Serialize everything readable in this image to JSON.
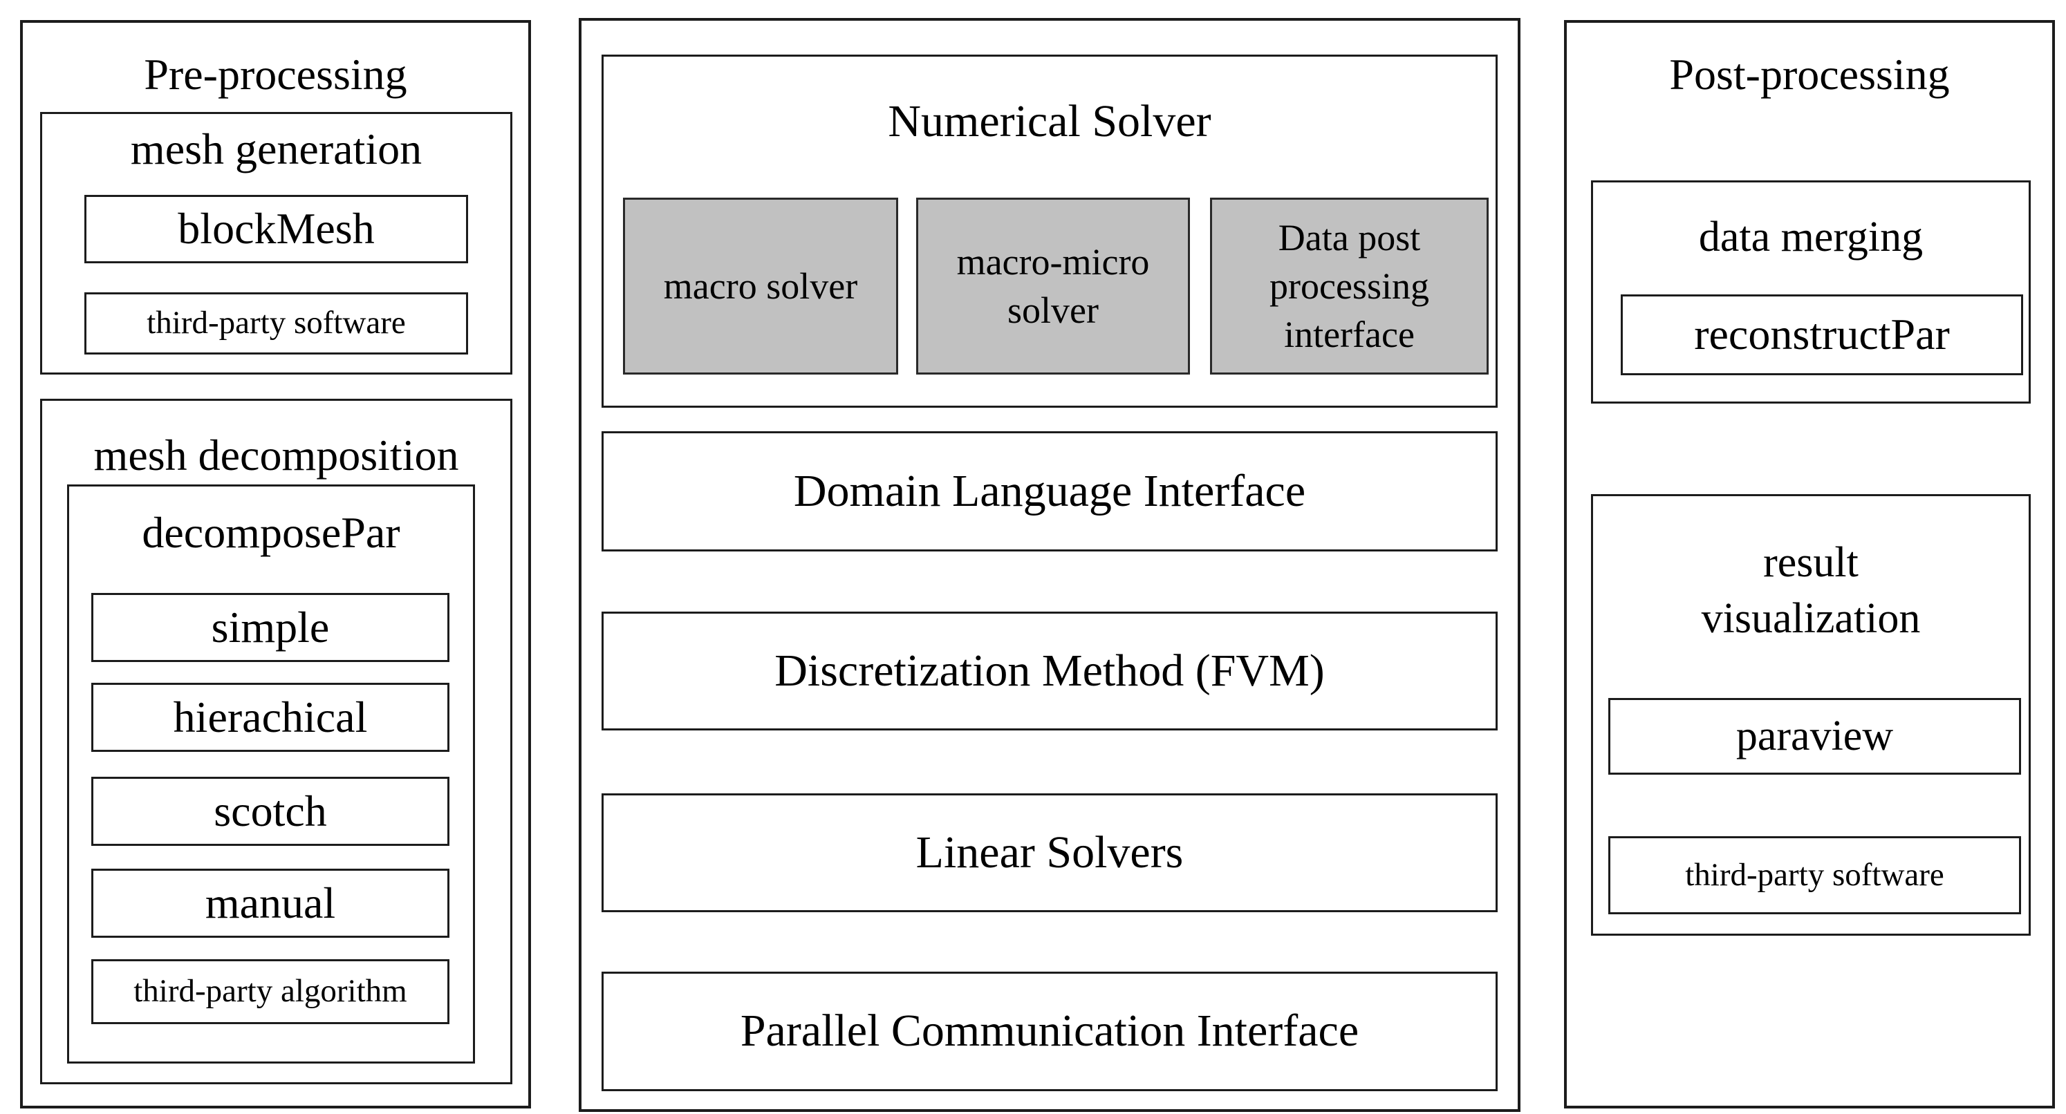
{
  "pre": {
    "title": "Pre-processing",
    "mesh_generation": {
      "title": "mesh generation",
      "tools": [
        "blockMesh",
        "third-party software"
      ]
    },
    "mesh_decomposition": {
      "title": "mesh decomposition",
      "decompose_par": {
        "title": "decomposePar",
        "methods": [
          "simple",
          "hierachical",
          "scotch",
          "manual",
          "third-party algorithm"
        ]
      }
    }
  },
  "solver": {
    "title": "Numerical Solver",
    "modules": [
      "macro solver",
      "macro-micro solver",
      "Data post processing interface"
    ],
    "layers": [
      "Domain Language Interface",
      "Discretization Method (FVM)",
      "Linear Solvers",
      "Parallel Communication Interface"
    ]
  },
  "post": {
    "title": "Post-processing",
    "data_merging": {
      "title": "data merging",
      "tool": "reconstructPar"
    },
    "result_visualization": {
      "title": "result visualization",
      "tools": [
        "paraview",
        "third-party software"
      ]
    }
  },
  "colors": {
    "module_fill": "#c1c1c1",
    "border": "#1c1c1c",
    "background": "#ffffff",
    "text": "#000000"
  }
}
